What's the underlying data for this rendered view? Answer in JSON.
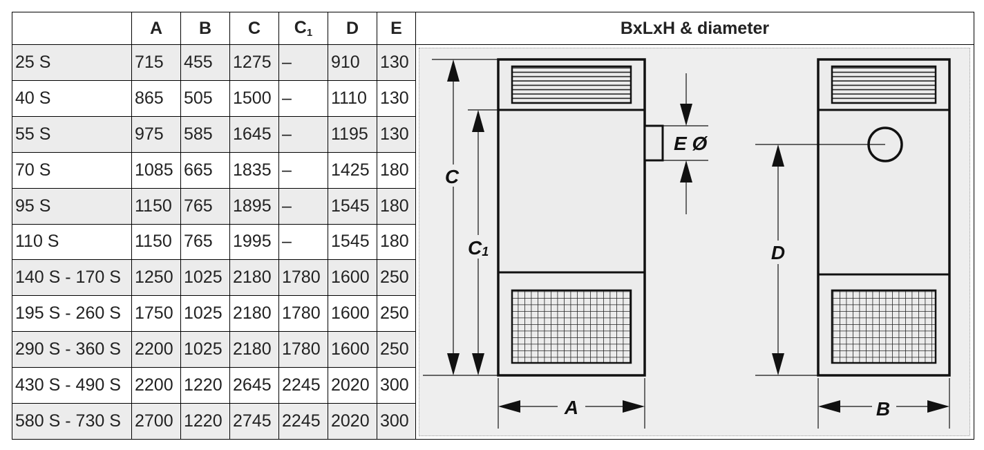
{
  "table": {
    "headers": [
      "",
      "A",
      "B",
      "C",
      "C1",
      "D",
      "E"
    ],
    "c1_base": "C",
    "c1_sub": "1",
    "figure_header": "BxLxH & diameter",
    "rows": [
      [
        "25 S",
        "715",
        "455",
        "1275",
        "–",
        "910",
        "130"
      ],
      [
        "40 S",
        "865",
        "505",
        "1500",
        "–",
        "1110",
        "130"
      ],
      [
        "55 S",
        "975",
        "585",
        "1645",
        "–",
        "1195",
        "130"
      ],
      [
        "70 S",
        "1085",
        "665",
        "1835",
        "–",
        "1425",
        "180"
      ],
      [
        "95 S",
        "1150",
        "765",
        "1895",
        "–",
        "1545",
        "180"
      ],
      [
        "110 S",
        "1150",
        "765",
        "1995",
        "–",
        "1545",
        "180"
      ],
      [
        "140 S - 170 S",
        "1250",
        "1025",
        "2180",
        "1780",
        "1600",
        "250"
      ],
      [
        "195 S - 260 S",
        "1750",
        "1025",
        "2180",
        "1780",
        "1600",
        "250"
      ],
      [
        "290 S - 360 S",
        "2200",
        "1025",
        "2180",
        "1780",
        "1600",
        "250"
      ],
      [
        "430 S - 490 S",
        "2200",
        "1220",
        "2645",
        "2245",
        "2020",
        "300"
      ],
      [
        "580 S - 730 S",
        "2700",
        "1220",
        "2745",
        "2245",
        "2020",
        "300"
      ]
    ]
  },
  "diagram": {
    "label_C": "C",
    "label_C1_base": "C",
    "label_C1_sub": "1",
    "label_E": "E Ø",
    "label_A": "A",
    "label_D": "D",
    "label_B": "B"
  }
}
